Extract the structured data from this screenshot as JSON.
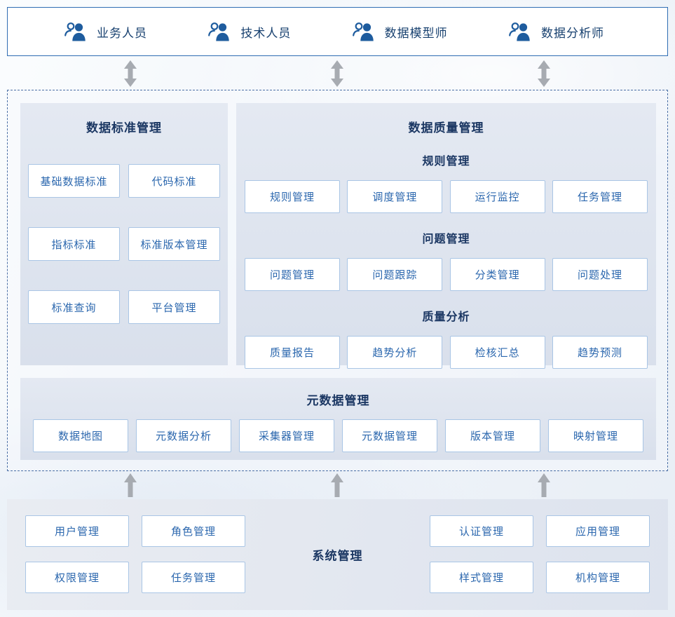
{
  "roles": [
    {
      "label": "业务人员"
    },
    {
      "label": "技术人员"
    },
    {
      "label": "数据模型师"
    },
    {
      "label": "数据分析师"
    }
  ],
  "standard": {
    "title": "数据标准管理",
    "items": [
      "基础数据标准",
      "代码标准",
      "指标标准",
      "标准版本管理",
      "标准查询",
      "平台管理"
    ]
  },
  "quality": {
    "title": "数据质量管理",
    "groups": [
      {
        "title": "规则管理",
        "items": [
          "规则管理",
          "调度管理",
          "运行监控",
          "任务管理"
        ]
      },
      {
        "title": "问题管理",
        "items": [
          "问题管理",
          "问题跟踪",
          "分类管理",
          "问题处理"
        ]
      },
      {
        "title": "质量分析",
        "items": [
          "质量报告",
          "趋势分析",
          "检核汇总",
          "趋势预测"
        ]
      }
    ]
  },
  "metadata": {
    "title": "元数据管理",
    "items": [
      "数据地图",
      "元数据分析",
      "采集器管理",
      "元数据管理",
      "版本管理",
      "映射管理"
    ]
  },
  "system": {
    "title": "系统管理",
    "left_items": [
      "用户管理",
      "角色管理",
      "权限管理",
      "任务管理"
    ],
    "right_items": [
      "认证管理",
      "应用管理",
      "样式管理",
      "机构管理"
    ]
  },
  "colors": {
    "accent_blue": "#2f6db3",
    "button_text_blue": "#2b67ae",
    "title_navy": "#1b3763",
    "arrow_gray": "#a7abb1"
  }
}
